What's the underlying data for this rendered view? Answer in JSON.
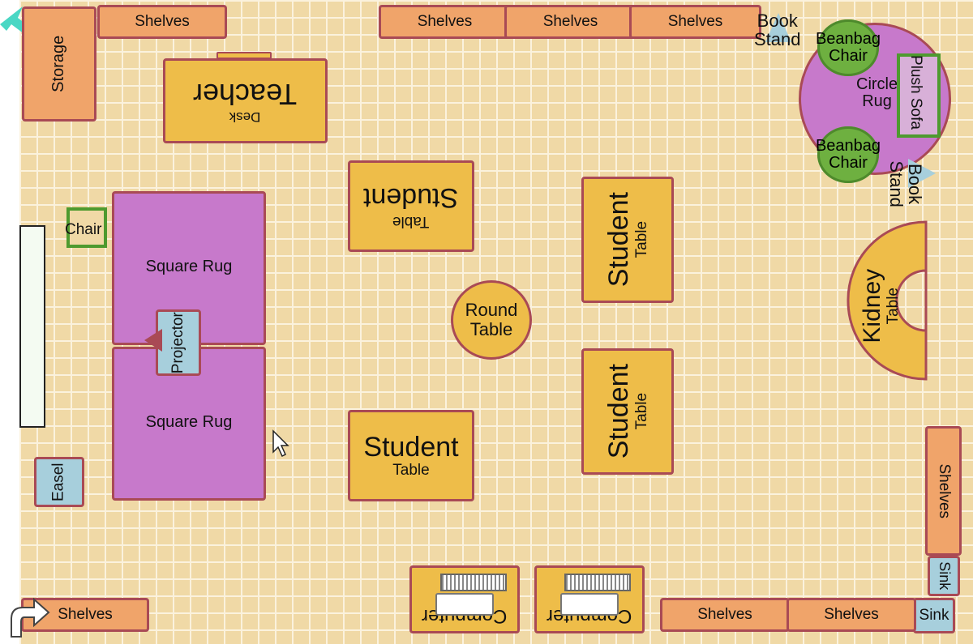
{
  "labels": {
    "storage": "Storage",
    "shelves": "Shelves",
    "teacher": "Teacher",
    "desk": "Desk",
    "student": "Student",
    "table": "Table",
    "round": "Round",
    "square_rug": "Square Rug",
    "projector": "Projector",
    "chair": "Chair",
    "easel": "Easel",
    "kidney": "Kidney",
    "book": "Book",
    "stand": "Stand",
    "beanbag": "Beanbag",
    "circle": "Circle",
    "rug": "Rug",
    "plush": "Plush",
    "sofa": "Sofa",
    "computer": "Computer",
    "sink": "Sink"
  },
  "colors": {
    "floor": "#f0d9a6",
    "grid_line": "#fbf2dd",
    "border": "#a94a55",
    "shelves": "#f0a46a",
    "tables": "#eebd49",
    "rugs": "#c779cb",
    "projector_easel_sink": "#a7cfdc",
    "beanbag": "#6eb040",
    "whiteboard": "#f4fbf2",
    "cursor_arrow": "#4ad7c4"
  },
  "icons": {
    "pointer": "mouse-cursor-icon",
    "corner": "curved-arrow-icon",
    "corner_marker": "teal-arrow-icon"
  }
}
